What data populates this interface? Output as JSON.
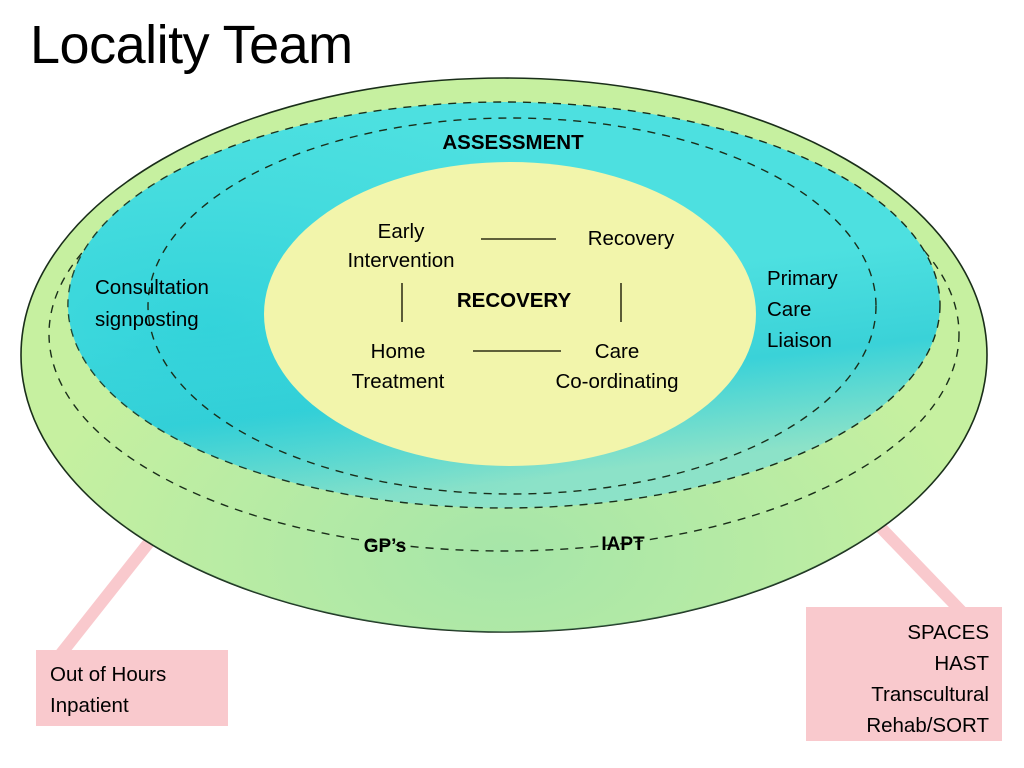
{
  "slide": {
    "title": "Locality Team"
  },
  "diagram": {
    "type": "concentric-ellipse-venn",
    "rings": [
      {
        "id": "outer",
        "name": "outer-green-ring",
        "fill": "#c6f0a0",
        "labels": [
          "GP’s",
          "IAPT"
        ]
      },
      {
        "id": "middle",
        "name": "middle-cyan-ring",
        "fill": "#4de0e0",
        "labels": [
          "ASSESSMENT",
          "Consultation signposting",
          "Primary Care Liaison"
        ]
      },
      {
        "id": "inner",
        "name": "inner-yellow-core",
        "fill": "#f2f5ab",
        "labels": [
          "Early Intervention",
          "Recovery",
          "RECOVERY",
          "Home Treatment",
          "Care Co-ordinating"
        ]
      }
    ],
    "core": {
      "center_label": "RECOVERY",
      "top_left": "Early\nIntervention",
      "top_left_line1": "Early",
      "top_left_line2": "Intervention",
      "top_right": "Recovery",
      "bottom_left_line1": "Home",
      "bottom_left_line2": "Treatment",
      "bottom_right_line1": "Care",
      "bottom_right_line2": "Co-ordinating"
    },
    "middle_ring": {
      "top_label": "ASSESSMENT",
      "left_label_line1": "Consultation",
      "left_label_line2": "signposting",
      "right_label_line1": "Primary",
      "right_label_line2": "Care",
      "right_label_line3": "Liaison"
    },
    "outer_ring": {
      "left_label": "GP’s",
      "right_label": "IAPT"
    }
  },
  "callouts": [
    {
      "id": "out-of-hours",
      "name": "callout-out-of-hours",
      "align": "left",
      "fill": "#f9c9cd",
      "lines": [
        "Out of Hours",
        "Inpatient"
      ]
    },
    {
      "id": "spaces",
      "name": "callout-spaces",
      "align": "right",
      "fill": "#f9c9cd",
      "lines": [
        "SPACES",
        "HAST",
        "Transcultural",
        "Rehab/SORT"
      ]
    }
  ],
  "connectors": [
    {
      "id": "left-connector",
      "name": "connector-left",
      "color": "#f9c9cd",
      "from": "callout-out-of-hours",
      "to": "inner-yellow-core"
    },
    {
      "id": "right-connector",
      "name": "connector-right",
      "color": "#f9c9cd",
      "from": "callout-spaces",
      "to": "inner-yellow-core"
    }
  ],
  "colors": {
    "green": "#c6f0a0",
    "cyan": "#4de0e0",
    "cyan_shade": "#2ec9d4",
    "yellow": "#f2f5ab",
    "pink": "#f9c9cd",
    "outline": "#1a2e1a",
    "text": "#000000"
  }
}
